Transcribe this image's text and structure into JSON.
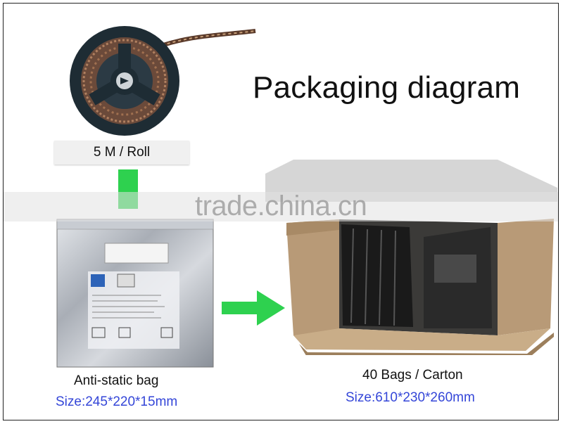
{
  "title": "Packaging diagram",
  "roll": {
    "label": "5 M / Roll"
  },
  "bag": {
    "label": "Anti-static bag",
    "size": "Size:245*220*15mm"
  },
  "carton": {
    "label": "40 Bags / Carton",
    "size": "Size:610*230*260mm"
  },
  "watermark": "trade.china.cn",
  "icons": {
    "down": "arrow-down-icon",
    "right": "arrow-right-icon"
  },
  "colors": {
    "arrow": "#2ed14f",
    "size_text": "#3446d8",
    "carton": "#b89a77"
  }
}
